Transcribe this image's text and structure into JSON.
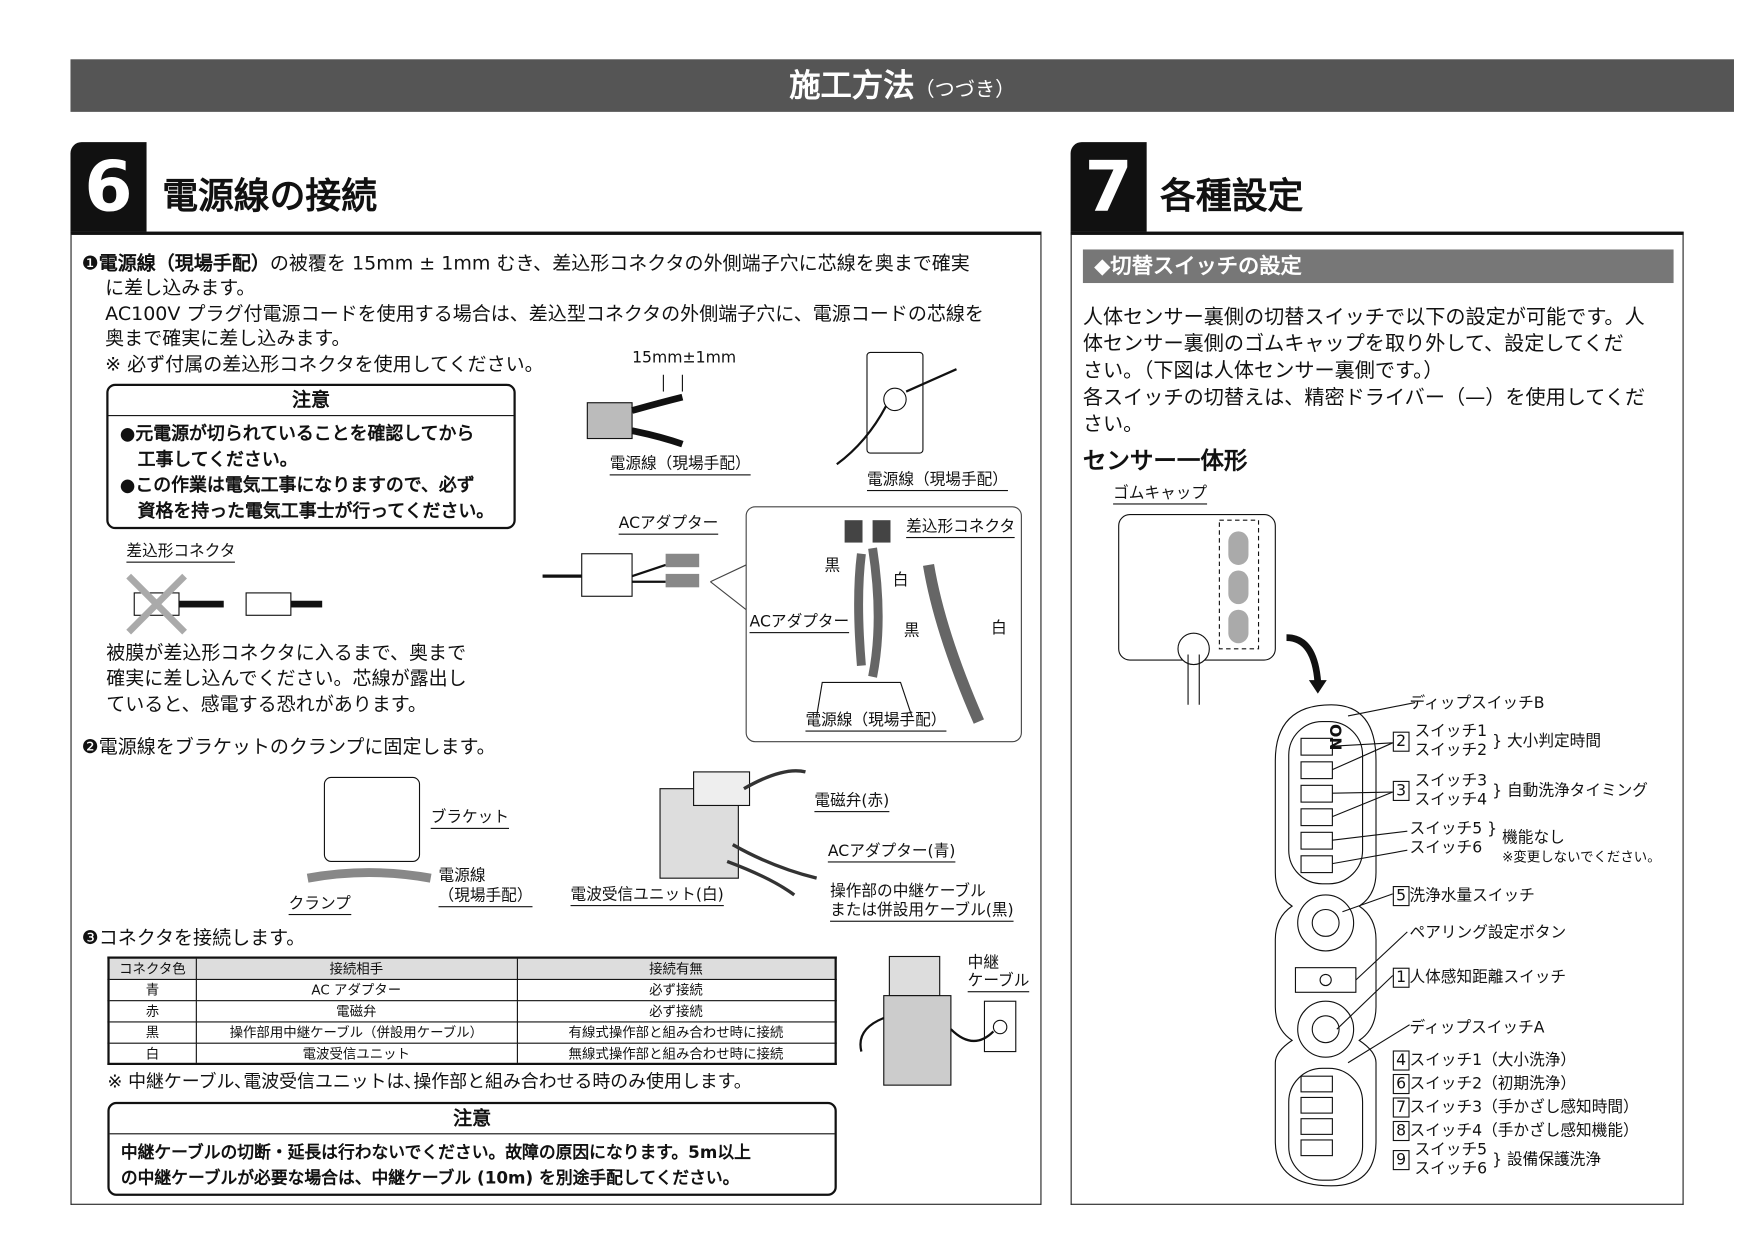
{
  "header": {
    "title": "施工方法",
    "suffix": "（つづき）"
  },
  "section6": {
    "number": "6",
    "title": "電源線の接続",
    "step1": {
      "marker": "❶",
      "bold": "電源線（現場手配）",
      "line1": "の被覆を 15mm ± 1mm むき、差込形コネクタの外側端子穴に芯線を奥まで確実",
      "line2": "に差し込みます。",
      "line3": "AC100V プラグ付電源コードを使用する場合は、差込型コネクタの外側端子穴に、電源コードの芯線を",
      "line4": "奥まで確実に差し込みます。",
      "note": "※ 必ず付属の差込形コネクタを使用してください。"
    },
    "caution1": {
      "title": "注意",
      "items": [
        "●元電源が切られていることを確認してから",
        "　工事してください。",
        "●この作業は電気工事になりますので、必ず",
        "　資格を持った電気工事士が行ってください。"
      ]
    },
    "diagram1": {
      "dim": "15mm±1mm",
      "wire_label": "電源線（現場手配）",
      "wall_label": "電源線（現場手配）",
      "connector_label": "差込形コネクタ",
      "adapter_label": "ACアダプター",
      "detail_connector": "差込形コネクタ",
      "black": "黒",
      "white": "白",
      "detail_adapter": "ACアダプター",
      "black2": "黒",
      "white2": "白",
      "detail_wire": "電源線（現場手配）"
    },
    "warning_text": [
      "被膜が差込形コネクタに入るまで、奥まで",
      "確実に差し込んでください。芯線が露出し",
      "ていると、感電する恐れがあります。"
    ],
    "step2": {
      "marker": "❷",
      "text": "電源線をブラケットのクランプに固定します。",
      "bracket": "ブラケット",
      "wire": "電源線",
      "wire2": "（現場手配）",
      "clamp": "クランプ",
      "valve": "電磁弁(赤)",
      "adapter": "ACアダプター(青)",
      "receiver": "電波受信ユニット(白)",
      "relay1": "操作部の中継ケーブル",
      "relay2": "または併設用ケーブル(黒)"
    },
    "step3": {
      "marker": "❸",
      "text": "コネクタを接続します。",
      "relay_label1": "中継",
      "relay_label2": "ケーブル"
    },
    "table": {
      "headers": [
        "コネクタ色",
        "接続相手",
        "接続有無"
      ],
      "rows": [
        [
          "青",
          "AC アダプター",
          "必ず接続"
        ],
        [
          "赤",
          "電磁弁",
          "必ず接続"
        ],
        [
          "黒",
          "操作部用中継ケーブル（併設用ケーブル）",
          "有線式操作部と組み合わせ時に接続"
        ],
        [
          "白",
          "電波受信ユニット",
          "無線式操作部と組み合わせ時に接続"
        ]
      ]
    },
    "table_note": "※ 中継ケーブル､電波受信ユニットは､操作部と組み合わせる時のみ使用します。",
    "caution2": {
      "title": "注意",
      "line1": "中継ケーブルの切断・延長は行わないでください。故障の原因になります。5m以上",
      "line2": "の中継ケーブルが必要な場合は、中継ケーブル (10m) を別途手配してください。"
    }
  },
  "section7": {
    "number": "7",
    "title": "各種設定",
    "subheading": "◆切替スイッチの設定",
    "body": [
      "人体センサー裏側の切替スイッチで以下の設定が可能です。人",
      "体センサー裏側のゴムキャップを取り外して、設定してくだ",
      "さい。（下図は人体センサー裏側です。）",
      "各スイッチの切替えは、精密ドライバー（—）を使用してくだ",
      "さい。"
    ],
    "sensor_heading": "センサー一体形",
    "rubber_cap": "ゴムキャップ",
    "dip_b": "ディップスイッチB",
    "labels": [
      {
        "num": "2",
        "a": "スイッチ1",
        "b": "スイッチ2",
        "desc": "大小判定時間"
      },
      {
        "num": "3",
        "a": "スイッチ3",
        "b": "スイッチ4",
        "desc": "自動洗浄タイミング"
      },
      {
        "num": "",
        "a": "スイッチ5",
        "b": "スイッチ6",
        "desc": "機能なし",
        "note": "※変更しないでください。"
      }
    ],
    "rotary5": {
      "num": "5",
      "text": "洗浄水量スイッチ"
    },
    "pairing": "ペアリング設定ボタン",
    "rotary1": {
      "num": "1",
      "text": "人体感知距離スイッチ"
    },
    "dip_a": "ディップスイッチA",
    "dip_a_items": [
      {
        "num": "4",
        "text": "スイッチ1（大小洗浄）"
      },
      {
        "num": "6",
        "text": "スイッチ2（初期洗浄）"
      },
      {
        "num": "7",
        "text": "スイッチ3（手かざし感知時間）"
      },
      {
        "num": "8",
        "text": "スイッチ4（手かざし感知機能）"
      }
    ],
    "dip_a_last": {
      "num": "9",
      "a": "スイッチ5",
      "b": "スイッチ6",
      "desc": "設備保護洗浄"
    },
    "on": "ON"
  }
}
